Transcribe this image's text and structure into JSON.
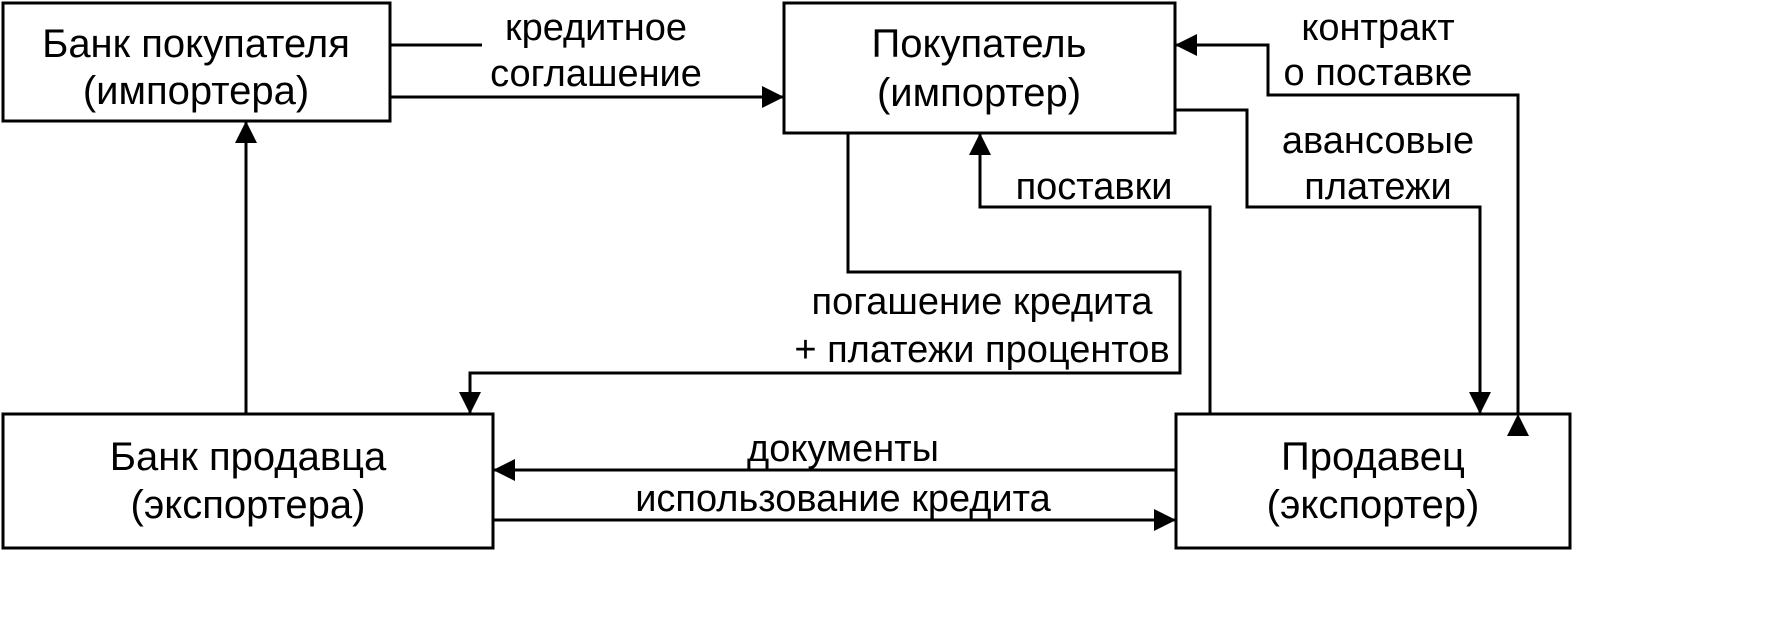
{
  "boxes": {
    "buyer_bank": {
      "line1": "Банк покупателя",
      "line2": "(импортера)"
    },
    "buyer": {
      "line1": "Покупатель",
      "line2": "(импортер)"
    },
    "seller_bank": {
      "line1": "Банк продавца",
      "line2": "(экспортера)"
    },
    "seller": {
      "line1": "Продавец",
      "line2": "(экспортер)"
    }
  },
  "edges": {
    "credit_agreement": {
      "line1": "кредитное",
      "line2": "соглашение"
    },
    "supply_contract": {
      "line1": "контракт",
      "line2": "о поставке"
    },
    "advance_payments": {
      "line1": "авансовые",
      "line2": "платежи"
    },
    "deliveries": {
      "line1": "поставки"
    },
    "repayment": {
      "line1": "погашение кредита",
      "line2": "+ платежи процентов"
    },
    "documents": {
      "line1": "документы"
    },
    "credit_use": {
      "line1": "использование кредита"
    }
  }
}
